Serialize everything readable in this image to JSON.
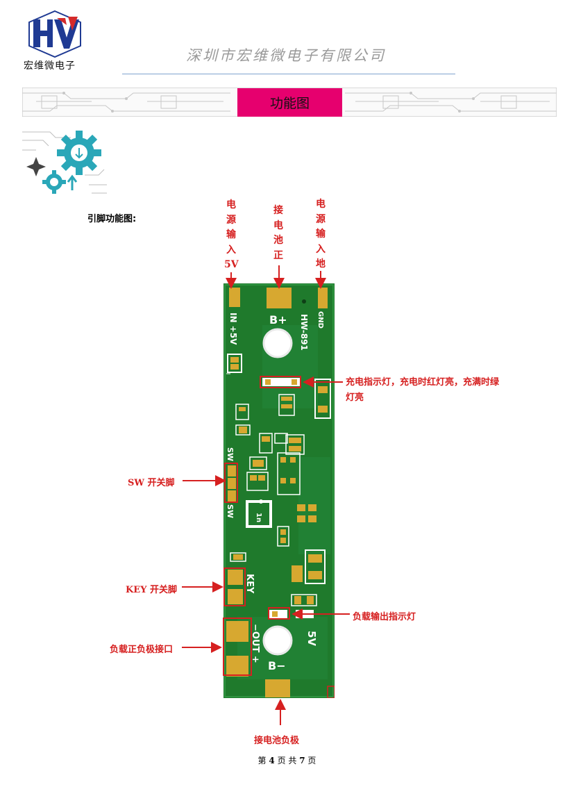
{
  "header": {
    "logo_text": "宏维微电子",
    "company_name": "深圳市宏维微电子有限公司",
    "banner_title": "功能图"
  },
  "section": {
    "label": "引脚功能图:"
  },
  "board": {
    "silk": {
      "input": "IN +5V",
      "bplus": "B+",
      "model": "HW-891",
      "gnd": "GND",
      "sw_top": "SW",
      "sw_bottom": "SW",
      "key": "KEY",
      "out": "−OUT +",
      "bminus": "B−",
      "five_v": "5V",
      "chip": "1n"
    }
  },
  "labels": {
    "power_input": "电源输入5V",
    "battery_pos": "接电池正",
    "power_gnd": "电源输入地",
    "charge_led": "充电指示灯，充电时红灯亮，充满时绿",
    "charge_led_2": "灯亮",
    "sw_pin": "SW 开关脚",
    "key_pin": "KEY 开关脚",
    "load_led": "负载输出指示灯",
    "load_port": "负载正负极接口",
    "battery_neg": "接电池负极"
  },
  "footer": {
    "prefix": "第",
    "page": "4",
    "mid": "页 共",
    "total": "7",
    "suffix": "页"
  },
  "colors": {
    "accent_magenta": "#e6006e",
    "annotation_red": "#d62020",
    "pcb_green": "#1f7a2c",
    "pad_gold": "#d7a830",
    "logo_navy": "#1f3a93",
    "logo_red": "#d42a2a",
    "rule_blue": "#7fa3cf",
    "gear_teal": "#2aa7b8"
  }
}
